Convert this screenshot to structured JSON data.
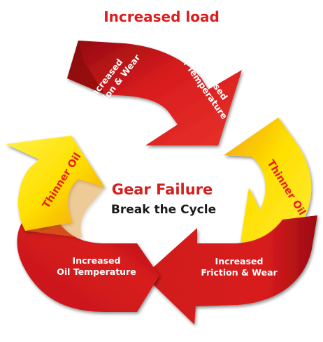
{
  "diagram": {
    "title": "Increased load",
    "center": {
      "title": "Gear Failure",
      "subtitle": "Break the Cycle"
    },
    "arrows": {
      "top_left": {
        "line1": "Increased",
        "line2": "Friction & Wear"
      },
      "top_right": {
        "line1": "Increased",
        "line2": "Oil Temperature"
      },
      "right_yellow": {
        "label": "Thinner Oil"
      },
      "bottom_right": {
        "line1": "Increased",
        "line2": "Friction & Wear"
      },
      "bottom_left": {
        "line1": "Increased",
        "line2": "Oil Temperature"
      },
      "left_yellow": {
        "label": "Thinner Oil"
      }
    },
    "colors": {
      "red": "#d81c1e",
      "red_dark": "#9c0b10",
      "yellow": "#ffe000",
      "orange": "#f29a10",
      "label_red": "#e52216"
    }
  }
}
